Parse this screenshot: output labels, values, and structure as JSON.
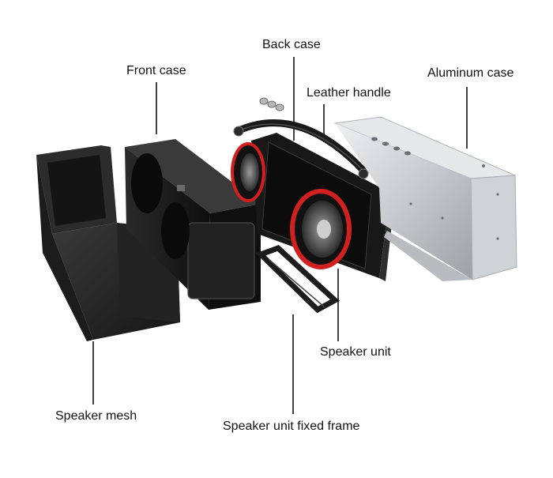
{
  "labels": {
    "back_case": "Back case",
    "front_case": "Front case",
    "aluminum_case": "Aluminum case",
    "leather_handle": "Leather handle",
    "speaker_unit": "Speaker unit",
    "speaker_mesh": "Speaker mesh",
    "speaker_unit_fixed_frame": "Speaker unit fixed frame"
  },
  "colors": {
    "background": "#ffffff",
    "label_text": "#111111",
    "leader_line": "#111111",
    "mesh": "#2a2a2a",
    "front_case": "#1b1b1b",
    "back_case": "#161616",
    "speaker_ring": "#d21f1f",
    "aluminum": "#c9ccd0",
    "aluminum_dark": "#9ea3a8"
  }
}
